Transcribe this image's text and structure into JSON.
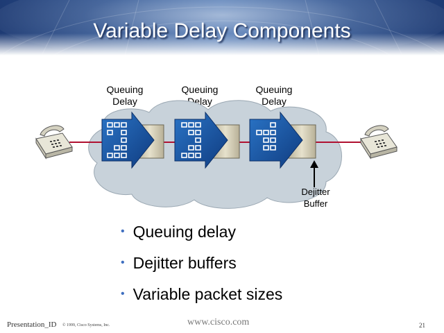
{
  "slide": {
    "title": "Variable Delay Components",
    "queue_labels": [
      "Queuing\nDelay",
      "Queuing\nDelay",
      "Queuing\nDelay"
    ],
    "dejitter_label": "Dejitter\nBuffer",
    "bullets": [
      "Queuing delay",
      "Dejitter buffers",
      "Variable packet sizes"
    ],
    "bullet_glyph": "•"
  },
  "footer": {
    "presentation_id": "Presentation_ID",
    "copyright": "© 1999, Cisco Systems, Inc.",
    "website": "www.cisco.com",
    "page_number": "21"
  },
  "colors": {
    "header_blue": "#2a4d8f",
    "cloud": "#c9d3db",
    "line_red": "#b01030",
    "queue_blue": "#1f5fae",
    "device_tan": "#d9d4bd",
    "bullet_blue": "#3f6fc0"
  }
}
